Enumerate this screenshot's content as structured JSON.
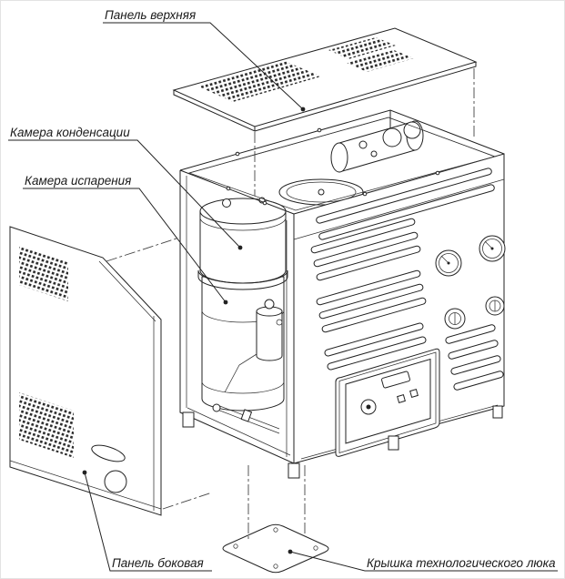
{
  "diagram": {
    "type": "exploded-technical-drawing",
    "labels": [
      {
        "id": "top-panel",
        "text": "Панель верхняя"
      },
      {
        "id": "condensation-chamber",
        "text": "Камера конденсации"
      },
      {
        "id": "evaporation-chamber",
        "text": "Камера испарения"
      },
      {
        "id": "side-panel",
        "text": "Панель боковая"
      },
      {
        "id": "service-hatch-cover",
        "text": "Крышка технологического люка"
      }
    ],
    "colors": {
      "line": "#222222",
      "background": "#ffffff"
    }
  }
}
